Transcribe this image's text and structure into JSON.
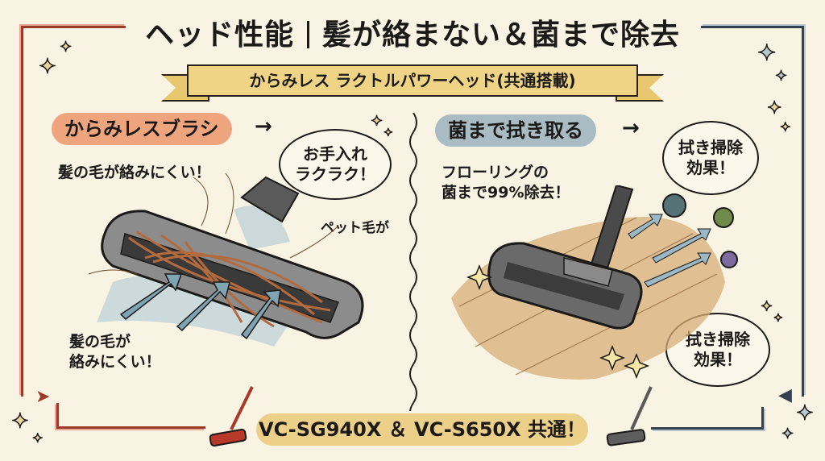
{
  "header": {
    "title_left": "ヘッド性能",
    "title_right": "髪が絡まない＆菌まで除去",
    "ribbon_label": "からみレス ラクトルパワーヘッド(共通搭載)"
  },
  "left_panel": {
    "pill_label": "からみレスブラシ",
    "pill_arrow": "→",
    "note_top": "髪の毛が絡みにくい！",
    "note_bottom_line1": "髪の毛が",
    "note_bottom_line2": "絡みにくい！",
    "note_pet": "ペット毛が",
    "bubble_text": "お手入れ\nラクラク！"
  },
  "right_panel": {
    "pill_label": "菌まで拭き取る",
    "pill_arrow": "→",
    "note_line1": "フローリングの",
    "note_line2": "菌まで99%除去！",
    "bubble_top_text": "拭き掃除\n効果！",
    "bubble_bottom_text": "拭き掃除\n効果！"
  },
  "footer": {
    "models_label": "VC-SG940X ＆ VC-S650X 共通！"
  },
  "icons": {
    "sparkle": "✦",
    "arrow_left_frame": "➤",
    "arrow_right_frame": "◀"
  },
  "colors": {
    "background": "#f8f3e3",
    "left_accent": "#eea57e",
    "right_accent": "#a9bcc4",
    "ribbon": "#f0d485",
    "footer_pill": "#ecd08a",
    "left_frame": "#9a3a2a",
    "right_frame": "#34424f"
  }
}
